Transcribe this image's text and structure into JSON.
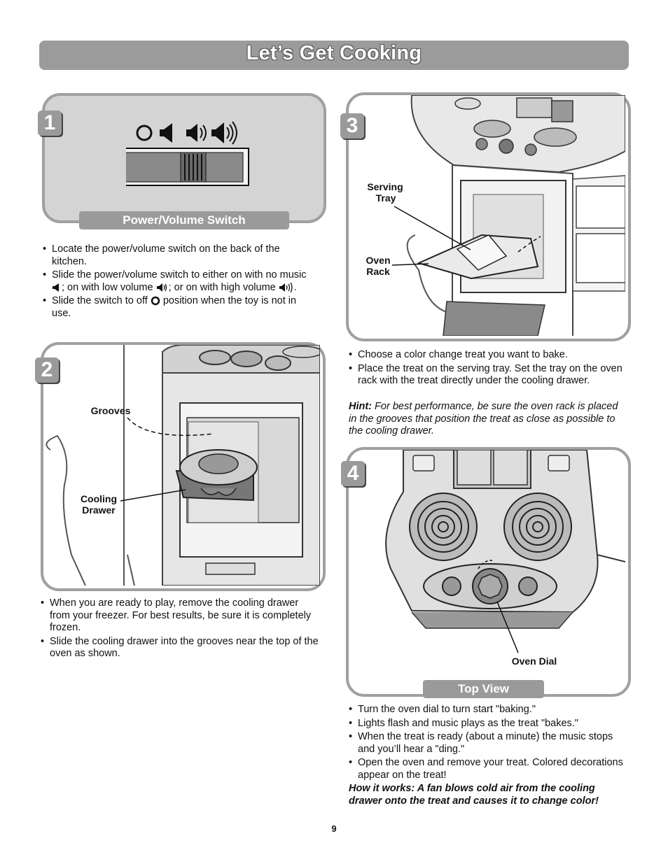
{
  "header": {
    "title": "Let’s Get Cooking"
  },
  "steps": [
    {
      "number": "1",
      "caption": "Power/Volume Switch",
      "bullets": [
        "Locate the power/volume switch on the back of the kitchen.",
        "Slide the power/volume switch to either on with no music",
        "; on with low volume",
        "; or on with high volume",
        ".",
        "Slide the switch to off",
        "position when the toy is not in use."
      ],
      "icons": [
        "off-circle-icon",
        "speaker-no-music-icon",
        "speaker-low-volume-icon",
        "speaker-high-volume-icon"
      ]
    },
    {
      "number": "2",
      "callouts": {
        "grooves": "Grooves",
        "cooling_drawer_1": "Cooling",
        "cooling_drawer_2": "Drawer"
      },
      "bullets": [
        "When you are ready to play, remove the cooling drawer from your freezer. For best results, be sure it is completely frozen.",
        "Slide the cooling drawer into the grooves near the top of the oven as shown."
      ]
    },
    {
      "number": "3",
      "callouts": {
        "serving_tray_1": "Serving",
        "serving_tray_2": "Tray",
        "oven_rack_1": "Oven",
        "oven_rack_2": "Rack"
      },
      "bullets": [
        "Choose a color change treat you want to bake.",
        "Place the treat on the serving tray. Set the tray on the oven rack with the treat directly under the cooling drawer."
      ],
      "hint_label": "Hint:",
      "hint_text": " For best performance, be sure the oven rack is placed in the grooves that position the treat as close as possible to the cooling drawer."
    },
    {
      "number": "4",
      "caption": "Top View",
      "callouts": {
        "oven_dial": "Oven Dial"
      },
      "bullets": [
        "Turn the oven dial to turn start \"baking.\"",
        "Lights flash and music plays as the treat \"bakes.\"",
        "When the treat is ready (about a minute) the music stops and you’ll hear a \"ding.\"",
        "Open the oven and remove your treat. Colored decorations appear on the treat!"
      ],
      "how_it_works": "How it works: A fan blows cold air from the cooling drawer onto the treat and causes it to change color!"
    }
  ],
  "page_number": "9",
  "colors": {
    "panel_border": "#a0a0a0",
    "header_bg": "#9b9b9b",
    "panel_gray": "#d4d4d4"
  }
}
